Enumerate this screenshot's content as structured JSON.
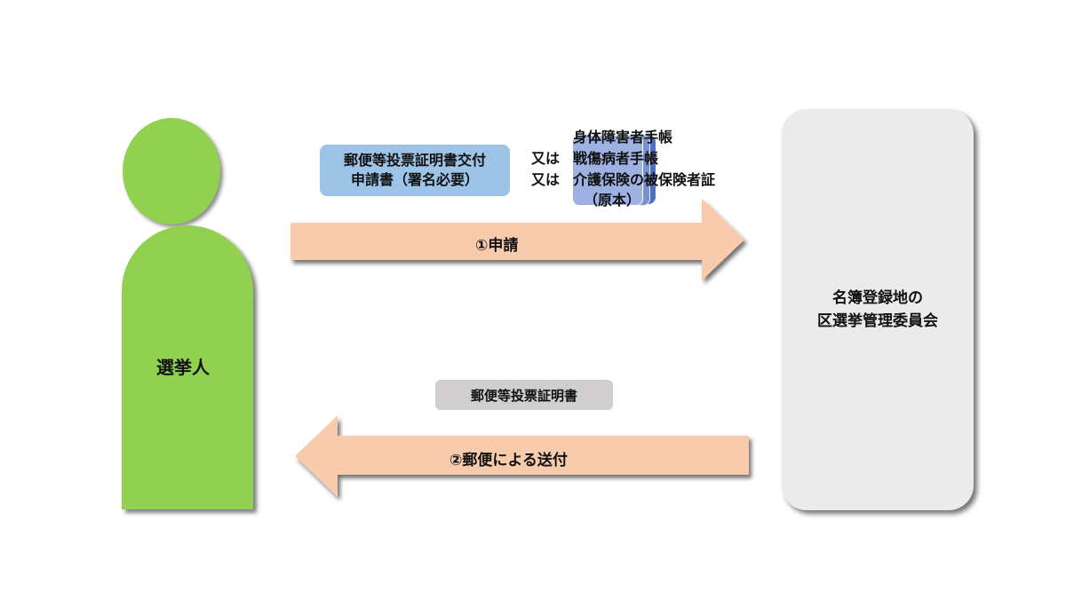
{
  "voter": {
    "label": "選挙人"
  },
  "committee": {
    "line1": "名簿登録地の",
    "line2": "区選挙管理委員会"
  },
  "application_doc": {
    "line1": "郵便等投票証明書交付",
    "line2": "申請書（署名必要）"
  },
  "handbooks": {
    "line1": "身体障害者手帳",
    "or1": "又は",
    "line2": "戦傷病者手帳",
    "or2": "又は",
    "line3": "介護保険の被保険者証",
    "line4": "（原本）"
  },
  "step1": {
    "label": "①申請"
  },
  "certificate_doc": {
    "label": "郵便等投票証明書"
  },
  "step2": {
    "label": "②郵便による送付"
  },
  "colors": {
    "figure": "#92d050",
    "committee": "#ebebeb",
    "arrow": "#f8cbad",
    "application_doc": "#9dc3e6",
    "certificate_doc": "#d0cece",
    "handbook": "#9db1e2"
  }
}
